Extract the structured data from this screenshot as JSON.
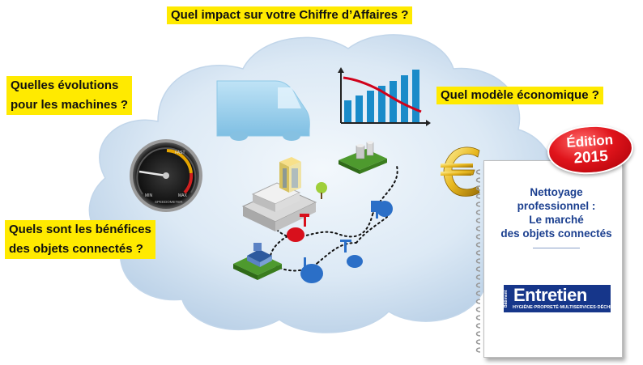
{
  "questions": {
    "impact": "Quel impact sur votre Chiffre d’Affaires ?",
    "machines_line1": "Quelles évolutions",
    "machines_line2": "pour les machines ?",
    "model": "Quel modèle économique ?",
    "benefits_line1": "Quels sont les bénéfices",
    "benefits_line2": "des objets connectés ?"
  },
  "speedometer": {
    "fast": "FAST",
    "min": "MIN",
    "max": "MAX",
    "caption": "SPEEDOMETER"
  },
  "badge": {
    "line1": "Édition",
    "line2": "2015"
  },
  "book": {
    "title_line1": "Nettoyage professionnel :",
    "title_line2": "Le marché",
    "title_line3": "des objets connectés",
    "logo": "Entretien",
    "logo_side": "Bâtiment",
    "logo_tagline": "HYGIÈNE·PROPRETÉ·MULTISERVICES·DÉCHETS"
  },
  "icons": {
    "van": "van-icon",
    "chart": "bar-chart-icon",
    "gauge": "speedometer-icon",
    "euro": "euro-icon",
    "city": "city-icon"
  },
  "colors": {
    "label_bg": "#ffea00",
    "cloud": "#d6e6f4",
    "van": "#9fd0ec",
    "bars": "#1a8bc9",
    "trend": "#d0021b",
    "badge": "#e0141b",
    "book_title": "#1b3f8f",
    "logo_bg": "#16368a"
  }
}
